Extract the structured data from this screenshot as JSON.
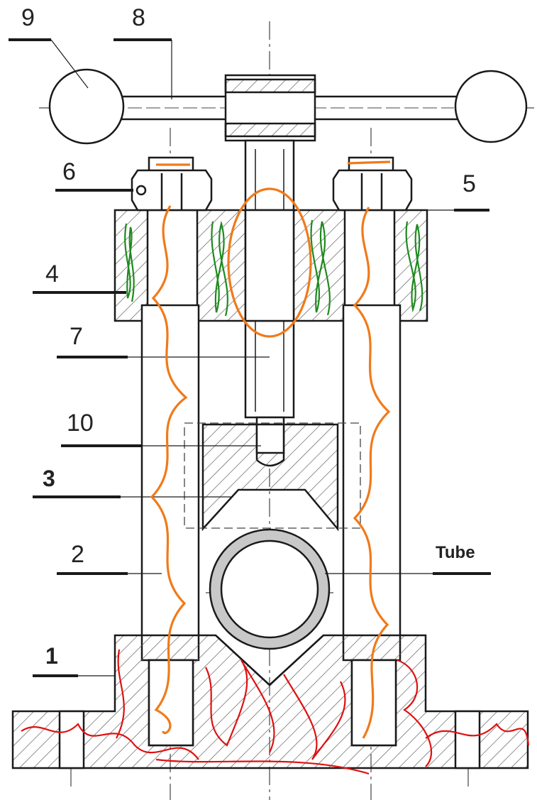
{
  "labels": {
    "l1": "1",
    "l2": "2",
    "l3": "3",
    "l4": "4",
    "l5": "5",
    "l6": "6",
    "l7": "7",
    "l8": "8",
    "l9": "9",
    "l10": "10",
    "tube": "Tube"
  },
  "colors": {
    "line": "#1a1a1a",
    "hatch": "#555555",
    "orange": "#f07a1a",
    "green": "#1e8a1e",
    "red": "#e01010",
    "tube_ring": "#c8c8c8"
  }
}
